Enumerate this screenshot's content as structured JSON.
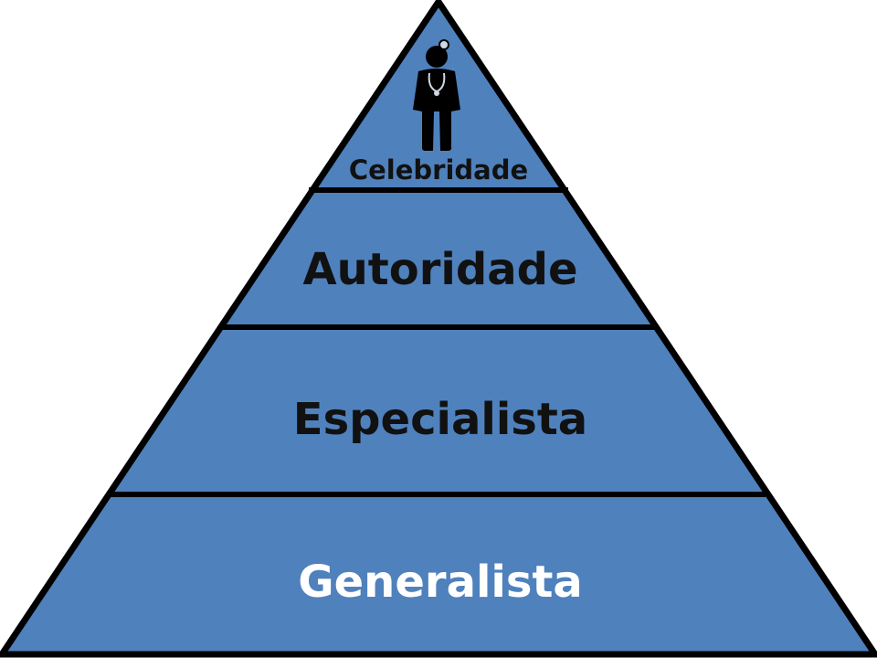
{
  "colors": {
    "fill": "#4f81bd",
    "outline": "#000000",
    "dark_text": "#111111",
    "light_text": "#ffffff"
  },
  "tiers": [
    {
      "label": "Celebridade",
      "icon": "doctor-with-stethoscope-icon"
    },
    {
      "label": "Autoridade"
    },
    {
      "label": "Especialista"
    },
    {
      "label": "Generalista"
    }
  ]
}
